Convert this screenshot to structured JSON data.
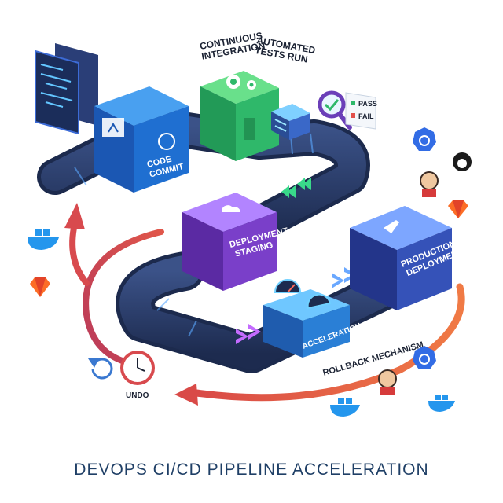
{
  "caption": "DEVOPS CI/CD PIPELINE ACCELERATION",
  "stages": {
    "code_commit": [
      "CODE",
      "COMMIT"
    ],
    "continuous_integration": [
      "CONTINUOUS",
      "INTEGRATION"
    ],
    "automated_tests": [
      "AUTOMATED",
      "TESTS RUN"
    ],
    "deployment_staging": [
      "DEPLOYMENT",
      "STAGING"
    ],
    "acceleration": "ACCELERATION",
    "production_deployment": [
      "PRODUCTION",
      "DEPLOYMENT"
    ]
  },
  "test_results": {
    "pass": "PASS",
    "fail": "FAIL"
  },
  "rollback": "ROLLBACK MECHANISM",
  "undo": "UNDO",
  "colors": {
    "belt": "#2b3f6e",
    "belt_dark": "#1c2a4d",
    "commit_box": "#1f6fd1",
    "ci_box": "#2fb86a",
    "staging_box": "#7a3fc9",
    "accel_box": "#2a7fd6",
    "prod_box": "#3552b8",
    "rollback_arrow": "#e2504b",
    "caption": "#1f3f66"
  },
  "icons": [
    "code-editor-icon",
    "git-icon",
    "github-icon",
    "gear-icon",
    "server-icon",
    "magnifier-check-icon",
    "cloud-icon",
    "speedometer-icon",
    "rocket-icon",
    "kubernetes-icon",
    "jenkins-icon",
    "gitlab-icon",
    "docker-icon",
    "clock-icon",
    "undo-icon"
  ]
}
